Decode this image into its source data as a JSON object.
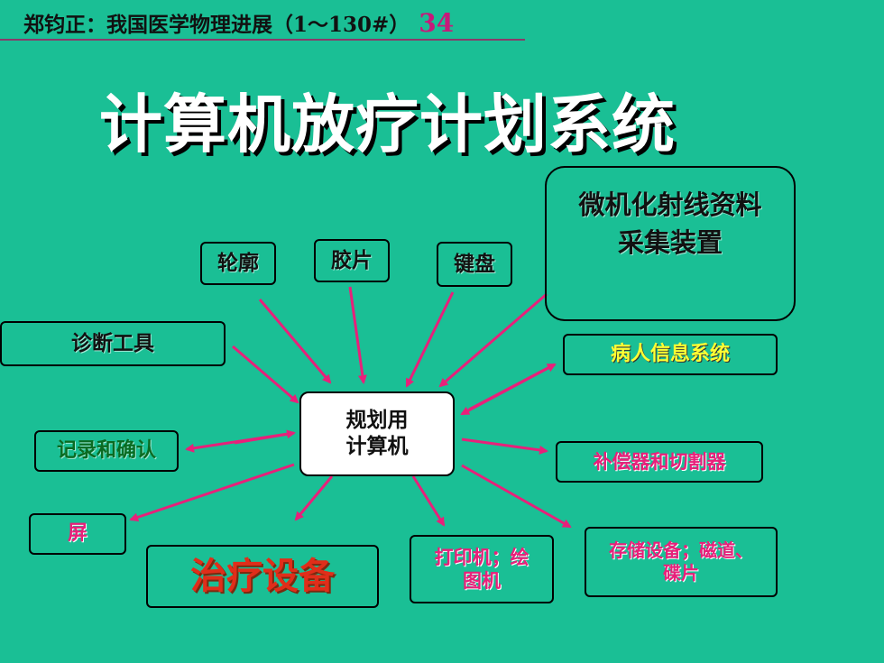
{
  "header": {
    "text": "郑钧正：我国医学物理进展（1～130#）",
    "page_number": "34"
  },
  "title": "计算机放疗计划系统",
  "center": {
    "line1": "规划用",
    "line2": "计算机"
  },
  "nodes": {
    "contour": "轮廓",
    "film": "胶片",
    "keyboard": "键盘",
    "microcomputer_line1": "微机化射线资料",
    "microcomputer_line2": "采集装置",
    "diagnostic": "诊断工具",
    "patient_info": "病人信息系统",
    "record": "记录和确认",
    "compensator": "补偿器和切割器",
    "screen": "屏",
    "treatment": "治疗设备",
    "printer_line1": "打印机；绘",
    "printer_line2": "图机",
    "storage_line1": "存储设备；磁道、",
    "storage_line2": "碟片"
  },
  "colors": {
    "background": "#1ABF95",
    "arrow": "#E8207A"
  }
}
